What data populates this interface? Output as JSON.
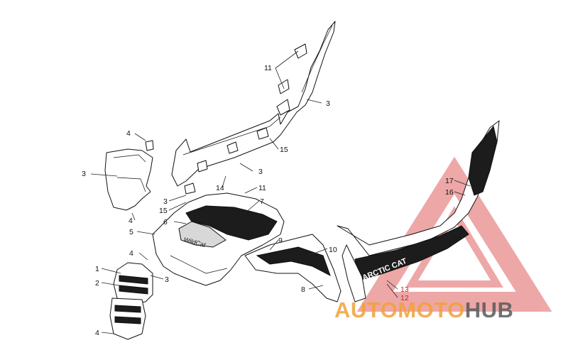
{
  "diagram": {
    "callouts": [
      {
        "id": "c11a",
        "label": "11"
      },
      {
        "id": "c3a",
        "label": "3"
      },
      {
        "id": "c4a",
        "label": "4"
      },
      {
        "id": "c15a",
        "label": "15"
      },
      {
        "id": "c3b",
        "label": "3"
      },
      {
        "id": "c3c",
        "label": "3"
      },
      {
        "id": "c14",
        "label": "14"
      },
      {
        "id": "c3d",
        "label": "3"
      },
      {
        "id": "c11b",
        "label": "11"
      },
      {
        "id": "c15b",
        "label": "15"
      },
      {
        "id": "c7",
        "label": "7"
      },
      {
        "id": "c4b",
        "label": "4"
      },
      {
        "id": "c6",
        "label": "6"
      },
      {
        "id": "c5",
        "label": "5"
      },
      {
        "id": "c9",
        "label": "9"
      },
      {
        "id": "c10",
        "label": "10"
      },
      {
        "id": "c4c",
        "label": "4"
      },
      {
        "id": "c1",
        "label": "1"
      },
      {
        "id": "c3e",
        "label": "3"
      },
      {
        "id": "c2",
        "label": "2"
      },
      {
        "id": "c8",
        "label": "8"
      },
      {
        "id": "c4d",
        "label": "4"
      },
      {
        "id": "c17",
        "label": "17"
      },
      {
        "id": "c16",
        "label": "16"
      },
      {
        "id": "c13",
        "label": "13"
      },
      {
        "id": "c12",
        "label": "12"
      }
    ],
    "decal_text": "ARCTIC CAT",
    "hood_text": "WildCat"
  },
  "watermark": {
    "part1": "AUTO",
    "part2": "MOTO",
    "part3": "HUB",
    "color_primary": "#f2a03a",
    "color_secondary": "#5a5a5a",
    "triangle_color": "#e06060"
  }
}
